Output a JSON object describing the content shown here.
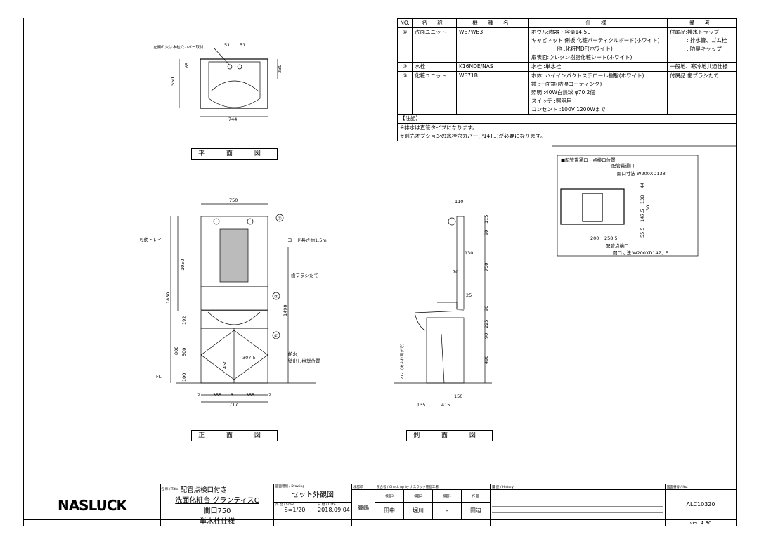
{
  "spec": {
    "headers": [
      "NO.",
      "名 称",
      "機 種 名",
      "仕 様",
      "備 考"
    ],
    "rows": [
      {
        "no": "①",
        "name": "洗面ユニット",
        "model": "WE7WB3",
        "spec": [
          "ボウル:陶器・容量14.5L",
          "キャビネット 側板:化粧パーティクルボード(ホワイト)",
          "他 :化粧MDF(ホワイト)",
          "扉表面:ウレタン樹脂化粧シート(ホワイト)"
        ],
        "note": [
          "付属品:排水トラップ",
          ": 排水管、ゴム栓",
          ": 防臭キャップ"
        ]
      },
      {
        "no": "②",
        "name": "水栓",
        "model": "K16NDE/NAS",
        "spec": [
          "水栓 :単水栓"
        ],
        "note": [
          "一般地、寒冷地共通仕様"
        ]
      },
      {
        "no": "③",
        "name": "化粧ユニット",
        "model": "WE71B",
        "spec": [
          "本体 :ハイインパクトスチロール樹脂(ホワイト)",
          "鏡 :一面鏡(防湿コーティング)",
          "照明 :40W白熱球 φ70 2個",
          "スイッチ :照明用",
          "コンセント :100V 1200Wまで"
        ],
        "note": [
          "付属品:歯ブラシたて"
        ]
      }
    ],
    "notes_header": "【注記】",
    "notes": [
      "※排水は直管タイプになります。",
      "※別売オプションの水栓穴カバー(P14T1)が必要になります。"
    ]
  },
  "plan": {
    "label": "平 面 図",
    "note": "左側の穴は水栓穴カバー取付",
    "dims": [
      "51",
      "51",
      "65",
      "230",
      "550",
      "744"
    ]
  },
  "front": {
    "label": "正 面 図",
    "dims": [
      "750",
      "1050",
      "1850",
      "1490",
      "192",
      "800",
      "500",
      "100",
      "450",
      "307.5",
      "2",
      "355",
      "3",
      "355",
      "2",
      "717"
    ],
    "callouts": [
      "可動トレイ",
      "コード長さ約1.5m",
      "歯ブラシたて",
      "給水",
      "壁出し推奨位置",
      "FL"
    ],
    "markers": [
      "①",
      "②",
      "③"
    ]
  },
  "side": {
    "label": "側 面 図",
    "dims": [
      "110",
      "115",
      "90",
      "130",
      "70",
      "750",
      "25",
      "90",
      "225",
      "90",
      "490",
      "772（あふれ面まで）",
      "150",
      "135",
      "415"
    ]
  },
  "pipe": {
    "title": "■配管貫通口・点検口位置",
    "top_label": "配管貫通口",
    "top_size": "開口寸法 W200XD138",
    "bottom_label": "配管点検口",
    "bottom_size": "開口寸法 W200XD147．5",
    "dims": [
      "44",
      "138",
      "30",
      "147.5",
      "55.5",
      "200",
      "258.5"
    ]
  },
  "titleblock": {
    "logo": "NASLUCK",
    "title_caption": "名 称 / Title",
    "title_lines": [
      "配管点検口付き",
      "洗面化粧台 グランティスC",
      "間口750",
      "単水栓仕様"
    ],
    "drawing_caption": "図面種別 / Drawing",
    "drawing": "セット外観図",
    "scale_caption": "尺 度 / Scale",
    "scale": "S=1/20",
    "date_caption": "日 付 / Date",
    "date": "2018.09.04",
    "approval_caption": "承認印",
    "approval": "高嶋",
    "check_caption": "照合者 / Check up by ナスラック徳島工場",
    "check_heads": [
      "検図3",
      "検図2",
      "検図1",
      "作 図"
    ],
    "check_names": [
      "田中",
      "堀川",
      "-",
      "田辺"
    ],
    "history_caption": "履 歴 / History",
    "no_caption": "図面番号 / No.",
    "no": "ALC10320",
    "version": "ver. 4.30"
  }
}
